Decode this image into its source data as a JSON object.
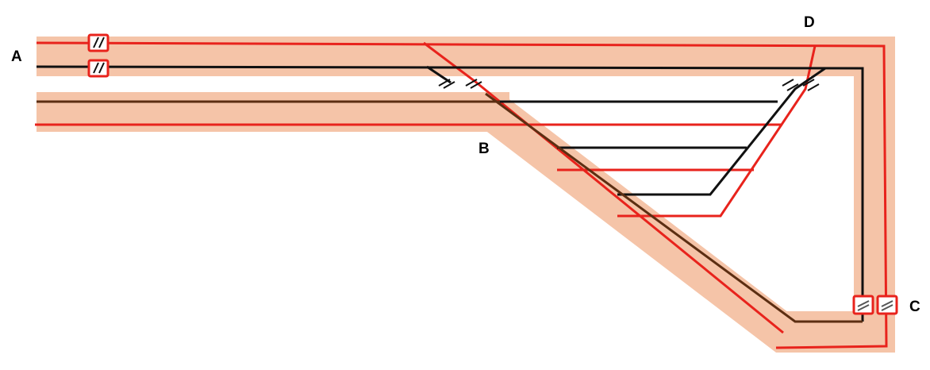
{
  "diagram": {
    "labels": {
      "a": "A",
      "b": "B",
      "c": "C",
      "d": "D"
    },
    "colors": {
      "background": "#ffffff",
      "corridor": "#f5c4a8",
      "rail_red": "#e8231c",
      "rail_black": "#111111",
      "rail_brown": "#5c2e12",
      "marker": "#e8231c"
    },
    "icons": {
      "gap": "gap-icon",
      "marker": "hatched-box-icon"
    }
  }
}
